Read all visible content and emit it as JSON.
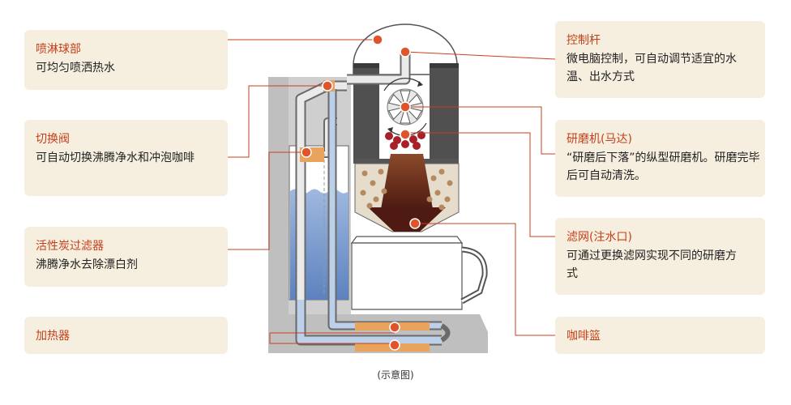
{
  "left_labels": [
    {
      "title": "喷淋球部",
      "desc": "可均匀喷洒热水"
    },
    {
      "title": "切换阀",
      "desc": "可自动切换沸腾净水和冲泡咖啡"
    },
    {
      "title": "活性炭过滤器",
      "desc": "沸腾净水去除漂白剂"
    },
    {
      "title": "加热器",
      "desc": ""
    }
  ],
  "right_labels": [
    {
      "title": "控制杆",
      "desc": "微电脑控制，可自动调节适宜的水温、出水方式"
    },
    {
      "title": "研磨机(马达)",
      "desc": "“研磨后下落”的纵型研磨机。研磨完毕后可自动清洗。"
    },
    {
      "title": "滤网(注水口)",
      "desc": "可通过更换滤网实现不同的研磨方式"
    },
    {
      "title": "咖啡篮",
      "desc": ""
    }
  ],
  "caption": "(示意图)",
  "colors": {
    "panel_bg": "#f6efdf",
    "title_text": "#c4401a",
    "leader_line": "#c8401c",
    "marker": "#e0542c",
    "water": "#6d90c6",
    "heater": "#e8a35c"
  }
}
